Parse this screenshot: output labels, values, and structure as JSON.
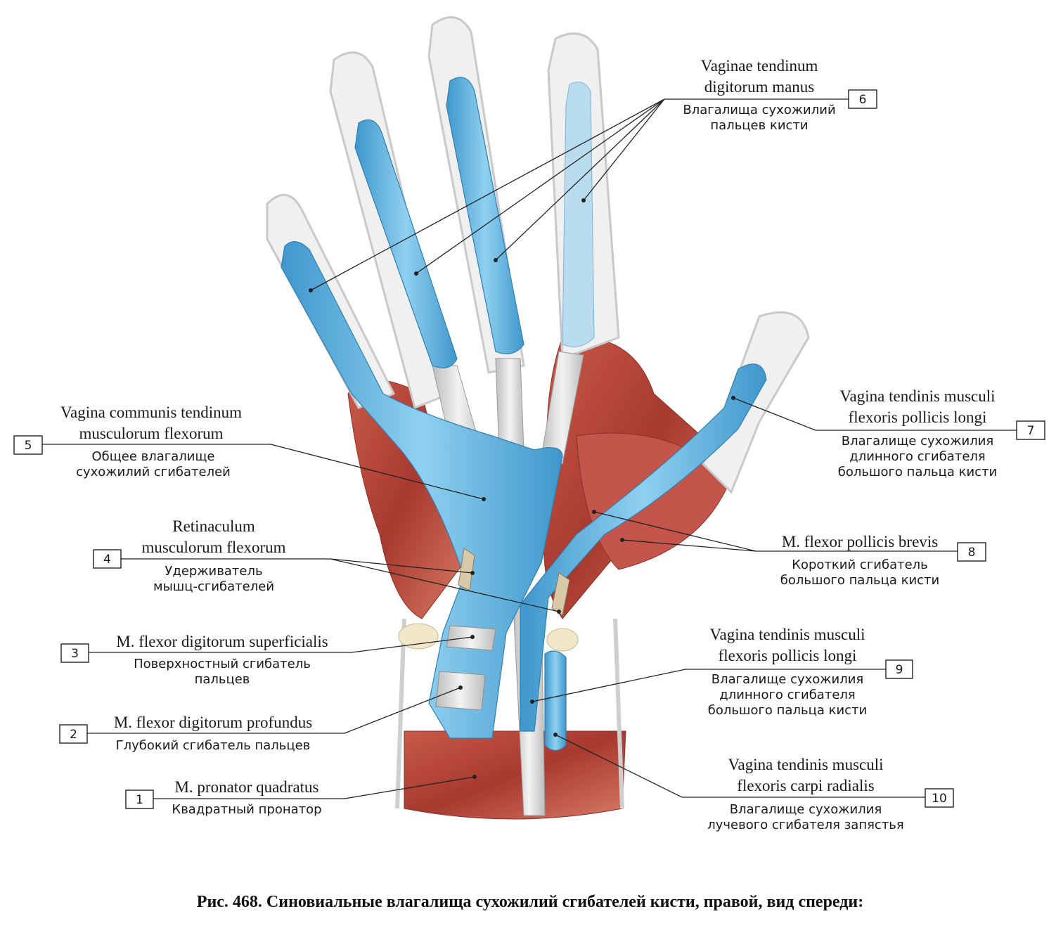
{
  "figure": {
    "caption": "Рис. 468. Синовиальные влагалища сухожилий сгибателей кисти, правой, вид спереди:",
    "colors": {
      "sheath": "#5aaedc",
      "sheath_light": "#a9d8f0",
      "muscle": "#b8463a",
      "tendon": "#d9d9d9",
      "skin_outline": "#cfcfcf"
    }
  },
  "labels": {
    "l1": {
      "number": "1",
      "latin": [
        "M. pronator quadratus"
      ],
      "russian": [
        "Квадратный пронатор"
      ]
    },
    "l2": {
      "number": "2",
      "latin": [
        "M. flexor digitorum profundus"
      ],
      "russian": [
        "Глубокий сгибатель пальцев"
      ]
    },
    "l3": {
      "number": "3",
      "latin": [
        "M. flexor digitorum superficialis"
      ],
      "russian": [
        "Поверхностный сгибатель",
        "пальцев"
      ]
    },
    "l4": {
      "number": "4",
      "latin": [
        "Retinaculum",
        "musculorum flexorum"
      ],
      "russian": [
        "Удерживатель",
        "мышц-сгибателей"
      ]
    },
    "l5": {
      "number": "5",
      "latin": [
        "Vagina communis tendinum",
        "musculorum flexorum"
      ],
      "russian": [
        "Общее влагалище",
        "сухожилий сгибателей"
      ]
    },
    "l6": {
      "number": "6",
      "latin": [
        "Vaginae tendinum",
        "digitorum manus"
      ],
      "russian": [
        "Влагалища сухожилий",
        "пальцев кисти"
      ]
    },
    "l7": {
      "number": "7",
      "latin": [
        "Vagina tendinis musculi",
        "flexoris pollicis longi"
      ],
      "russian": [
        "Влагалище сухожилия",
        "длинного сгибателя",
        "большого пальца кисти"
      ]
    },
    "l8": {
      "number": "8",
      "latin": [
        "M. flexor pollicis brevis"
      ],
      "russian": [
        "Короткий сгибатель",
        "большого пальца кисти"
      ]
    },
    "l9": {
      "number": "9",
      "latin": [
        "Vagina tendinis musculi",
        "flexoris pollicis longi"
      ],
      "russian": [
        "Влагалище сухожилия",
        "длинного сгибателя",
        "большого пальца кисти"
      ]
    },
    "l10": {
      "number": "10",
      "latin": [
        "Vagina tendinis musculi",
        "flexoris carpi radialis"
      ],
      "russian": [
        "Влагалище сухожилия",
        "лучевого сгибателя запястья"
      ]
    }
  }
}
